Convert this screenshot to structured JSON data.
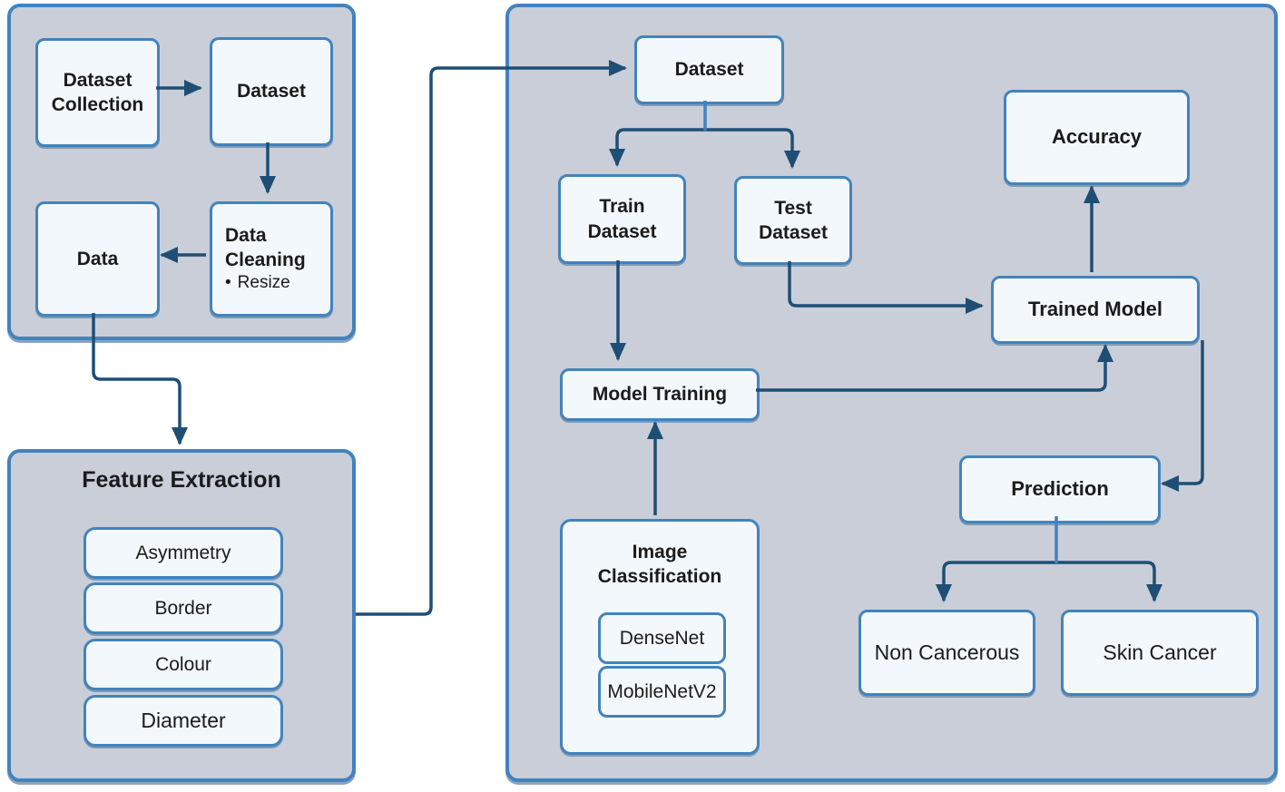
{
  "colors": {
    "group_fill": "#c9ced8",
    "node_fill": "#f3f8fc",
    "border_blue": "#4283bd",
    "arrow_navy": "#1f4e74",
    "text": "#1b1b1b"
  },
  "preprocessing": {
    "dataset_collection": "Dataset Collection",
    "dataset": "Dataset",
    "data_cleaning": "Data Cleaning",
    "bullet": "•",
    "data_cleaning_item": "Resize",
    "data": "Data"
  },
  "feature_extraction": {
    "title": "Feature Extraction",
    "features": [
      "Asymmetry",
      "Border",
      "Colour",
      "Diameter"
    ]
  },
  "pipeline": {
    "dataset": "Dataset",
    "train_dataset": "Train Dataset",
    "test_dataset": "Test Dataset",
    "accuracy": "Accuracy",
    "trained_model": "Trained Model",
    "model_training": "Model Training",
    "image_classification": {
      "title": "Image Classification",
      "models": [
        "DenseNet",
        "MobileNetV2"
      ]
    },
    "prediction": "Prediction",
    "non_cancerous": "Non Cancerous",
    "skin_cancer": "Skin Cancer"
  }
}
